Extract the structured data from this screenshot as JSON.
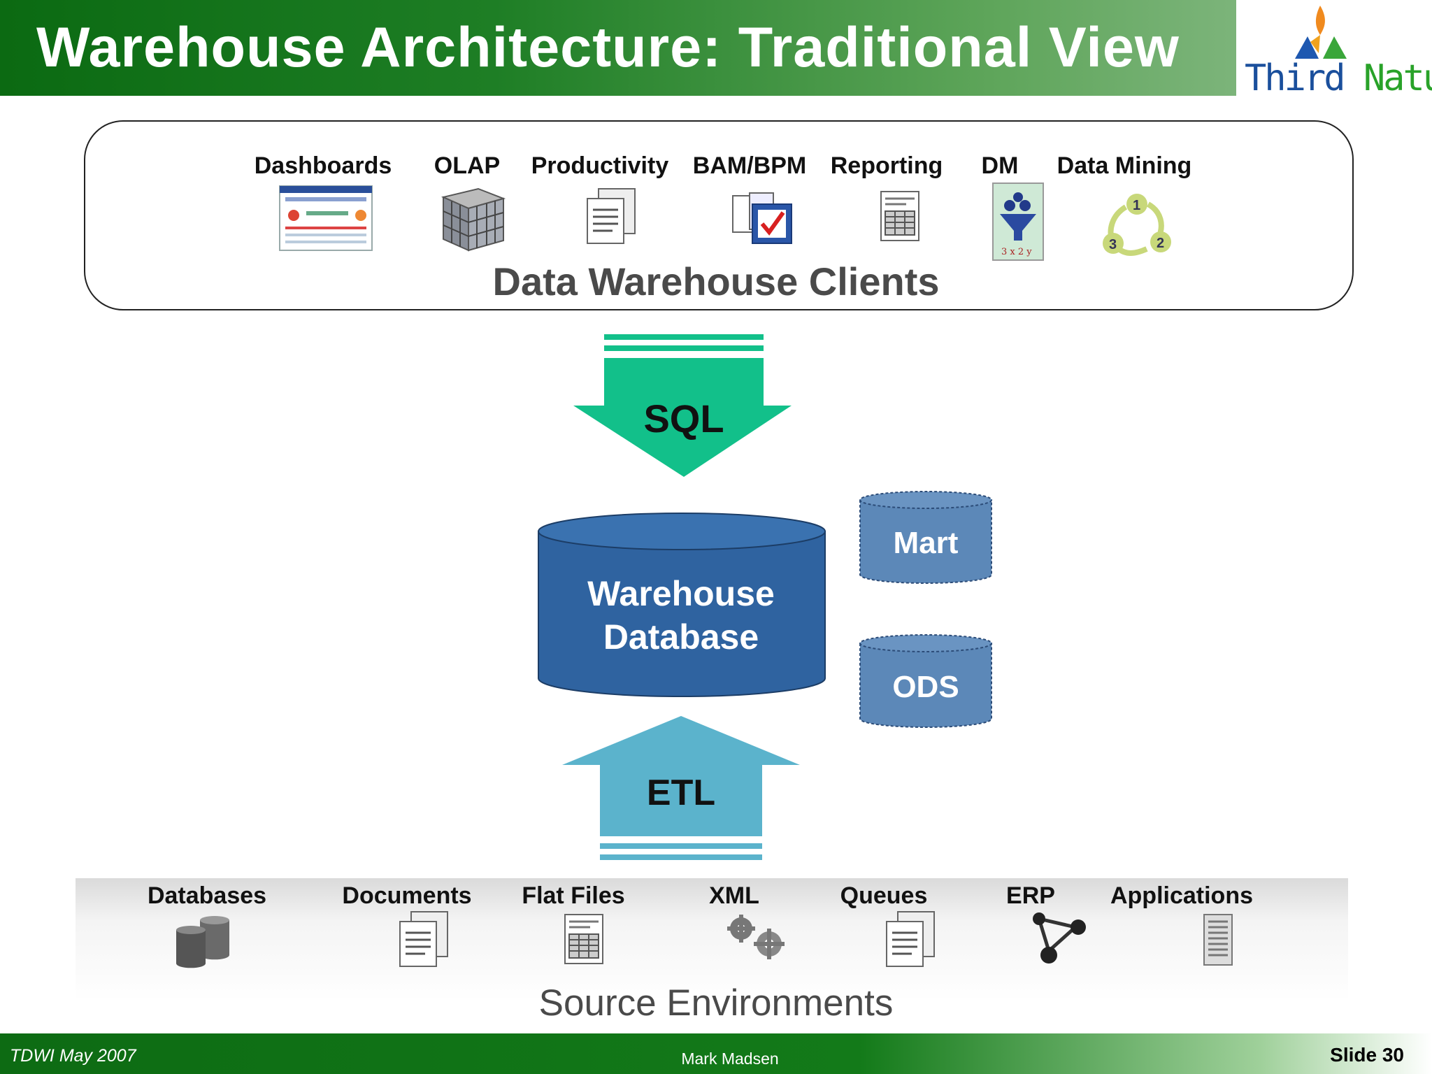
{
  "header": {
    "title": "Warehouse Architecture: Traditional View"
  },
  "logo": {
    "text_part1": "Third",
    "text_part2": "Nature"
  },
  "clients": {
    "title": "Data Warehouse Clients",
    "items": [
      {
        "label": "Dashboards"
      },
      {
        "label": "OLAP"
      },
      {
        "label": "Productivity"
      },
      {
        "label": "BAM/BPM"
      },
      {
        "label": "Reporting"
      },
      {
        "label": "DM"
      },
      {
        "label": "Data Mining"
      }
    ]
  },
  "arrows": {
    "sql": "SQL",
    "etl": "ETL"
  },
  "stores": {
    "warehouse_line1": "Warehouse",
    "warehouse_line2": "Database",
    "mart": "Mart",
    "ods": "ODS"
  },
  "sources": {
    "title": "Source Environments",
    "items": [
      {
        "label": "Databases"
      },
      {
        "label": "Documents"
      },
      {
        "label": "Flat Files"
      },
      {
        "label": "XML"
      },
      {
        "label": "Queues"
      },
      {
        "label": "ERP"
      },
      {
        "label": "Applications"
      }
    ]
  },
  "footer": {
    "left": "TDWI May 2007",
    "center": "Mark Madsen",
    "right": "Slide 30"
  },
  "colors": {
    "header_green": "#0b6a12",
    "sql_arrow": "#12c08a",
    "etl_arrow": "#5bb3cc",
    "warehouse": "#2f63a0",
    "mart_ods": "#5c88b8"
  }
}
